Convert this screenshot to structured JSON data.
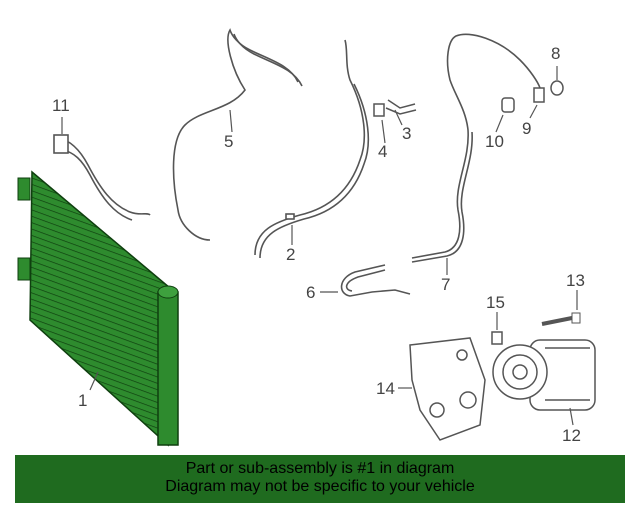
{
  "diagram": {
    "callouts": [
      {
        "id": "1",
        "label": "1"
      },
      {
        "id": "2",
        "label": "2"
      },
      {
        "id": "3",
        "label": "3"
      },
      {
        "id": "4",
        "label": "4"
      },
      {
        "id": "5",
        "label": "5"
      },
      {
        "id": "6",
        "label": "6"
      },
      {
        "id": "7",
        "label": "7"
      },
      {
        "id": "8",
        "label": "8"
      },
      {
        "id": "9",
        "label": "9"
      },
      {
        "id": "10",
        "label": "10"
      },
      {
        "id": "11",
        "label": "11"
      },
      {
        "id": "12",
        "label": "12"
      },
      {
        "id": "13",
        "label": "13"
      },
      {
        "id": "14",
        "label": "14"
      },
      {
        "id": "15",
        "label": "15"
      }
    ],
    "colors": {
      "highlight": "#2e8b2e",
      "line_art": "#555555",
      "footer_bg": "#1f6b1f"
    }
  },
  "footer": {
    "line1": "Part or sub-assembly is #1 in diagram",
    "line2": "Diagram may not be specific to your vehicle"
  }
}
